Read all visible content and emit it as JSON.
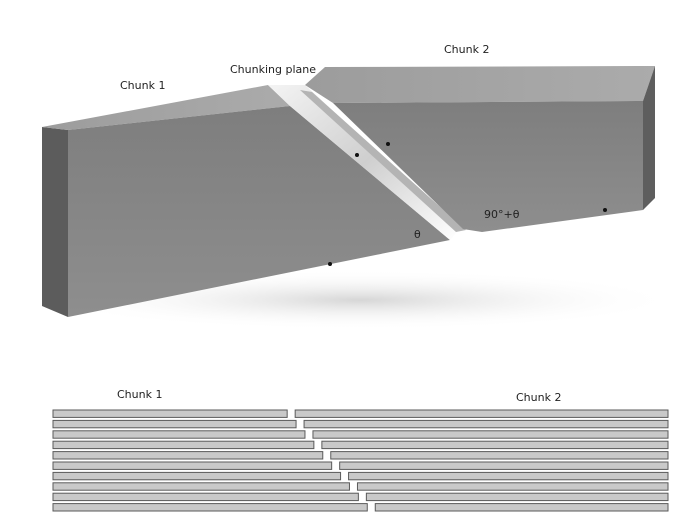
{
  "top_diagram": {
    "chunk1_label": "Chunk 1",
    "chunk2_label": "Chunk 2",
    "plane_label": "Chunking plane",
    "angle_theta": "θ",
    "angle_complement": "90°+θ"
  },
  "bottom_diagram": {
    "chunk1_label": "Chunk 1",
    "chunk2_label": "Chunk 2",
    "layer_count": 10
  },
  "colors": {
    "front_face": "#8a8a8a",
    "top_face": "#a2a2a2",
    "side_face": "#5e5e5e",
    "gap_highlight": "#e8e8e8",
    "layer_fill": "#c9c9c9",
    "layer_stroke": "#5a5a5a"
  }
}
